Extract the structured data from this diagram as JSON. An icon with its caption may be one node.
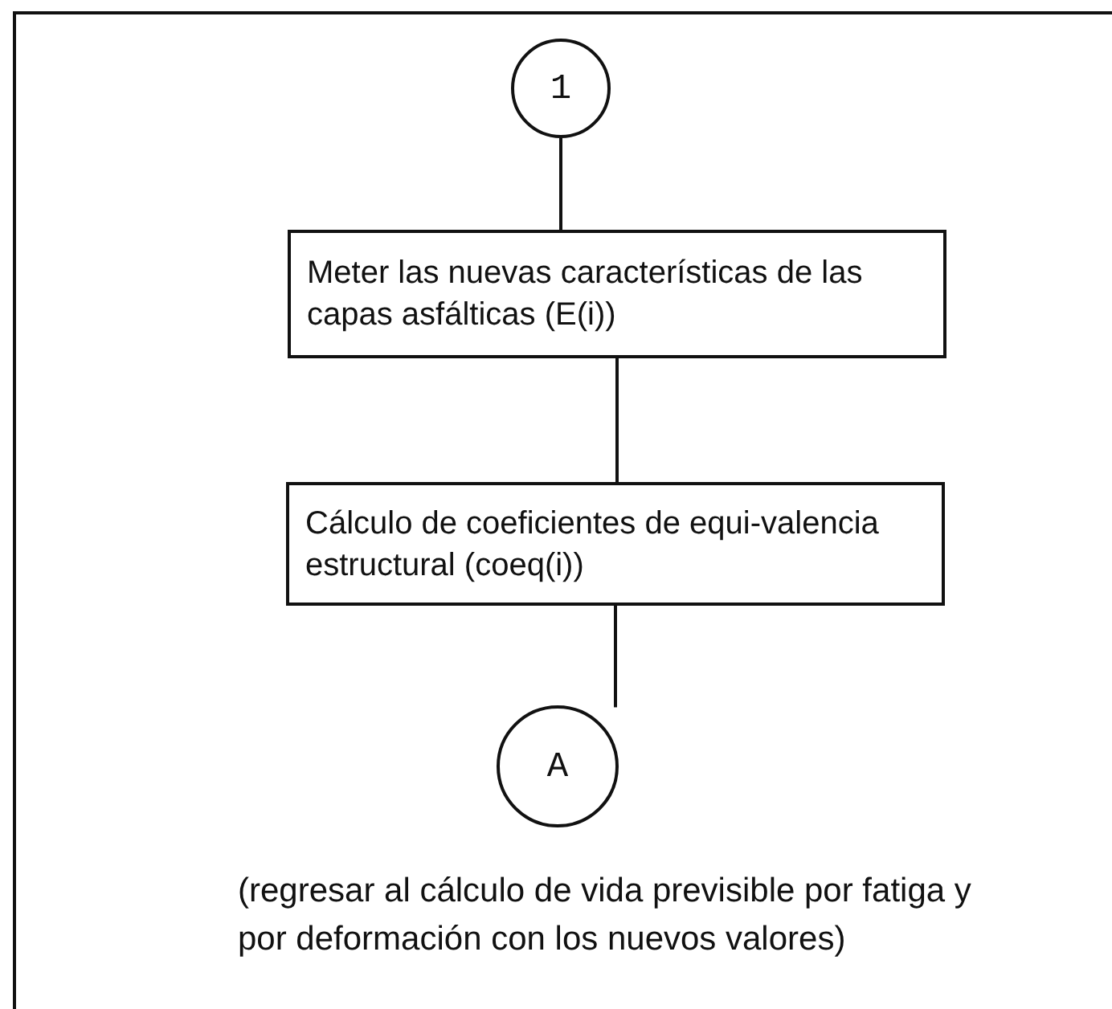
{
  "diagram": {
    "nodes": [
      {
        "text": [
          "1"
        ]
      },
      {
        "text": [
          "Meter las nuevas características de las capas asfálticas (E(i))"
        ]
      },
      {
        "text": [
          "Cálculo de coeficientes de equi-valencia estructural (coeq(i))"
        ]
      },
      {
        "text": [
          "A"
        ],
        "beside": [
          "(regresar al cálculo de vida previsible por fatiga y por deformación con los nuevos valores)"
        ]
      }
    ],
    "edges": [
      {
        "from": 0,
        "to": 1,
        "arrow": "none"
      },
      {
        "from": 1,
        "to": 2,
        "arrow": "none"
      },
      {
        "from": 2,
        "to": 3,
        "arrow": "none"
      }
    ]
  }
}
